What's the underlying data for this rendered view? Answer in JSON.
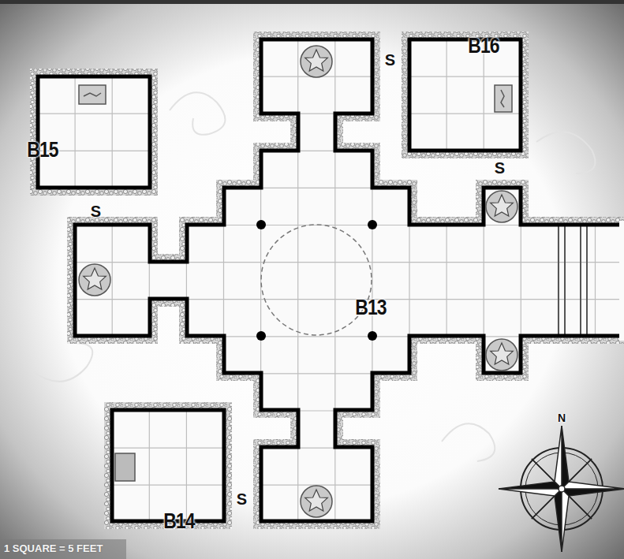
{
  "diagram": {
    "labels": [
      "B16",
      "S",
      "B15",
      "S",
      "S",
      "B13",
      "N",
      "B14",
      "S",
      "1 SQUARE = 5 FEET"
    ]
  }
}
